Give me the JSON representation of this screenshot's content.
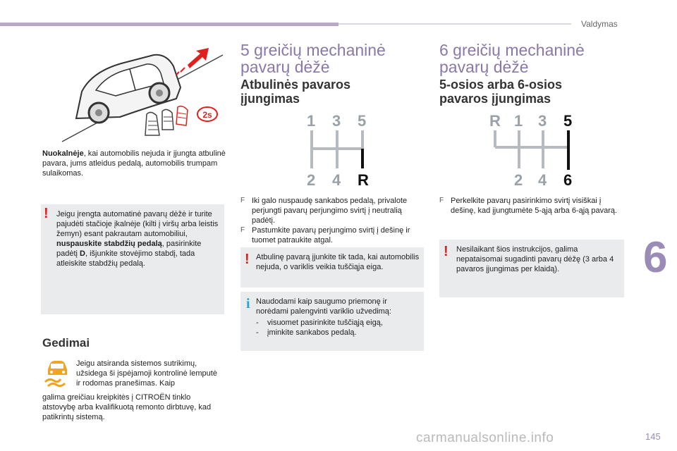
{
  "header": {
    "section_title": "Valdymas"
  },
  "left": {
    "slope_text_bold": "Nuokalnėje",
    "slope_text_rest": ", kai automobilis nejuda ir įjungta atbulinė pavara, jums atleidus pedalą, automobilis trumpam sulaikomas.",
    "slope_badge": "2s",
    "warning": {
      "part1": "Jeigu įrengta automatinė pavarų dėžė ir turite pajudėti stačioje įkalnėje (kilti į viršų arba leistis žemyn) esant pakrautam automobiliui, ",
      "bold1": "nuspauskite stabdžių pedalą",
      "part2": ", pasirinkite padėtį ",
      "bold2": "D",
      "part3": ", išjunkite stovėjimo stabdį, tada atleiskite stabdžių pedalą."
    },
    "failure_title": "Gedimai",
    "failure_text1": "Jeigu atsiranda sistemos sutrikimų, užsidega ši įspėjamoji kontrolinė lemputė ir rodomas pranešimas. Kaip",
    "failure_text2": "galima greičiau kreipkitės į CITROËN tinklo atstovybę arba kvalifikuotą remonto dirbtuvę, kad patikrintų sistemą."
  },
  "middle": {
    "title_line1": "5 greičių mechaninė",
    "title_line2": "pavarų dėžė",
    "subtitle_line1": "Atbulinės pavaros",
    "subtitle_line2": "įjungimas",
    "gears_top": [
      "1",
      "3",
      "5"
    ],
    "gears_bottom": [
      "2",
      "4",
      "R"
    ],
    "bullets": [
      "Iki galo nuspaudę sankabos pedalą, privalote perjungti pavarų perjungimo svirtį į neutralią padėtį.",
      "Pastumkite pavarų perjungimo svirtį į dešinę ir tuomet patraukite atgal."
    ],
    "bullet_symbol": "F",
    "warning_text": "Atbulinę pavarą įjunkite tik tada, kai automobilis nejuda, o variklis veikia tuščiąja eiga.",
    "info_text": "Naudodami kaip saugumo priemonę ir norėdami palengvinti variklio užvedimą:",
    "info_dashes": [
      "visuomet pasirinkite tuščiąją eigą,",
      "įminkite sankabos pedalą."
    ],
    "dash_symbol": "-"
  },
  "right": {
    "title_line1": "6 greičių mechaninė",
    "title_line2": "pavarų dėžė",
    "subtitle_line1": "5-osios arba 6-osios",
    "subtitle_line2": "pavaros įjungimas",
    "gears_top": [
      "R",
      "1",
      "3",
      "5"
    ],
    "gears_bottom": [
      "2",
      "4",
      "6"
    ],
    "bullet_text": "Perkelkite pavarų pasirinkimo svirtį visiškai į dešinę, kad įjungtumėte 5-ąją arba 6-ąją pavarą.",
    "bullet_symbol": "F",
    "warning_text": "Nesilaikant šios instrukcijos, galima nepataisomai sugadinti pavarų dėžę (3 arba 4 pavaros įjungimas per klaidą)."
  },
  "chapter_number": "6",
  "page_number": "145",
  "watermark": "carmanualsonline.info",
  "colors": {
    "accent": "#9a8cb6",
    "warning": "#e0201c",
    "info": "#2aa3d8",
    "box": "#e9ebec"
  }
}
